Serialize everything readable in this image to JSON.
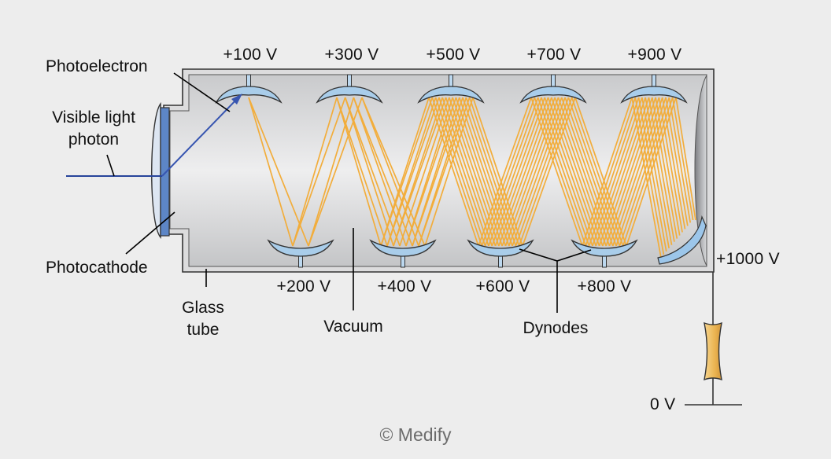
{
  "labels": {
    "photoelectron": "Photoelectron",
    "visible_light_photon": "Visible light\nphoton",
    "photocathode": "Photocathode",
    "glass_tube": "Glass\ntube",
    "vacuum": "Vacuum",
    "dynodes": "Dynodes"
  },
  "voltages": {
    "top": [
      "+100 V",
      "+300 V",
      "+500 V",
      "+700 V",
      "+900 V"
    ],
    "bottom": [
      "+200 V",
      "+400 V",
      "+600 V",
      "+800 V"
    ],
    "anode": "+1000 V",
    "ground": "0 V"
  },
  "credit": "© Medify",
  "colors": {
    "background": "#ededed",
    "tube_fill": "#d3d4d6",
    "tube_stroke": "#333333",
    "electron_path": "#f2ad3b",
    "photon": "#27449a",
    "dynode_fill": "#a9cdea",
    "resistor": "#e9b456"
  }
}
